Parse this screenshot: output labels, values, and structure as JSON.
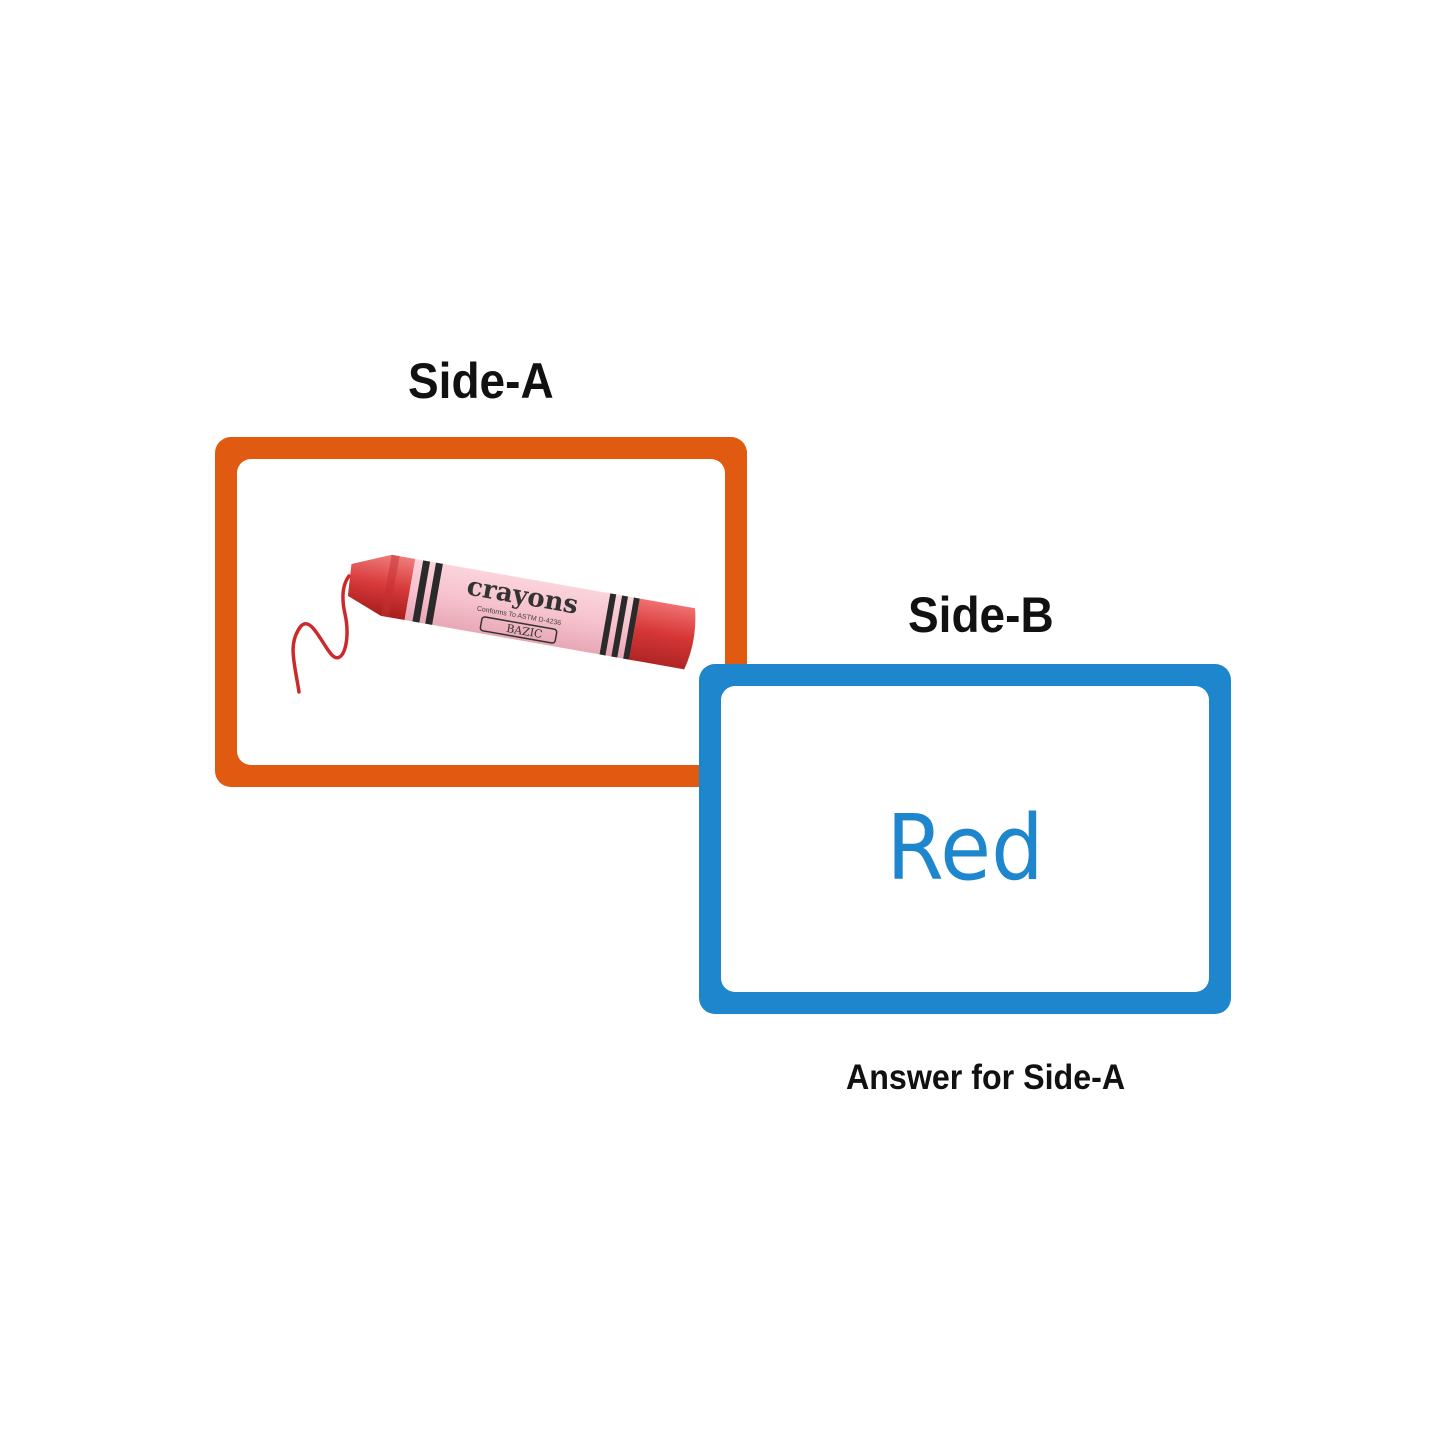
{
  "side_a": {
    "label": "Side-A",
    "image": {
      "icon": "crayon-icon",
      "wrapper_text": "crayons",
      "wrapper_subtext": "Conforms To ASTM D-4236",
      "brand": "BAZIC",
      "color": "#d93a3a"
    },
    "border_color": "#e05a12"
  },
  "side_b": {
    "label": "Side-B",
    "answer": "Red",
    "border_color": "#1d86cc"
  },
  "caption": "Answer for Side-A"
}
